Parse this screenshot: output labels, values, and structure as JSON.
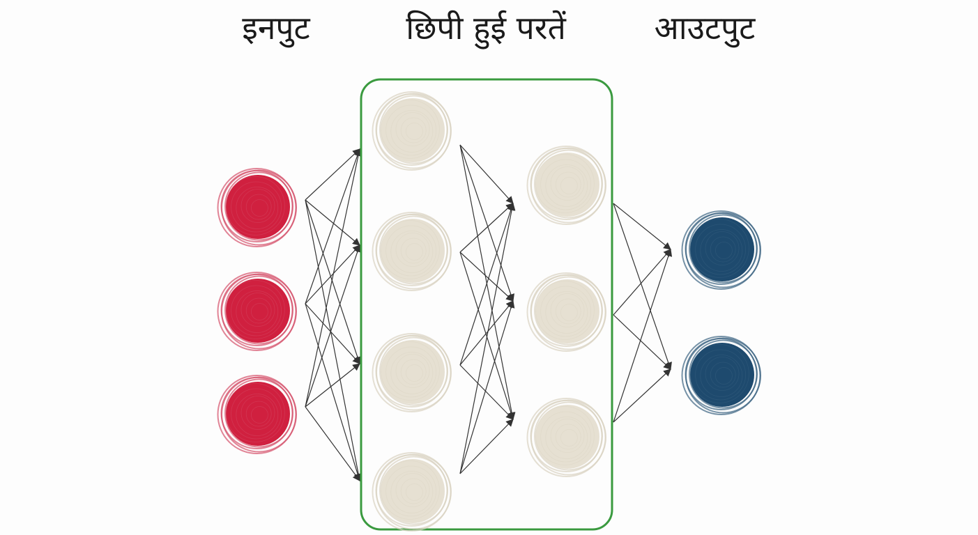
{
  "labels": {
    "input": "इनपुट",
    "hidden": "छिपी हुई परतें",
    "output": "आउटपुट"
  },
  "colors": {
    "input_node": "#d0203f",
    "input_ring": "#d4506a",
    "hidden_node": "#e6e0d2",
    "hidden_ring": "#d9d2c0",
    "output_node": "#1e4a6e",
    "output_ring": "#3c6482",
    "hidden_box_border": "#3a9a3f",
    "arrow": "#333333"
  },
  "network": {
    "input_nodes": 3,
    "hidden_layer_1_nodes": 4,
    "hidden_layer_2_nodes": 3,
    "output_nodes": 2
  }
}
